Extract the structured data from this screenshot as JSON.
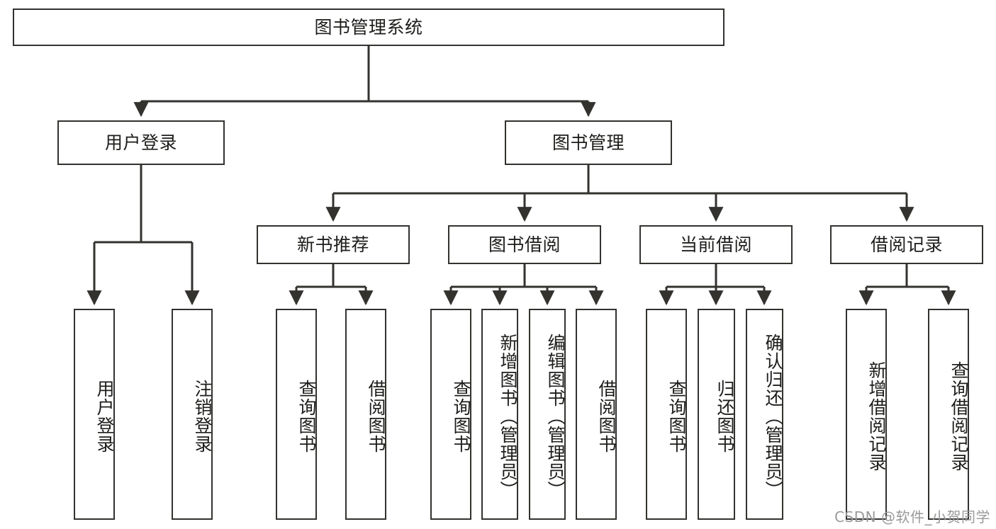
{
  "diagram": {
    "title": "图书管理系统",
    "type": "function-structure-tree",
    "orientation": "top-down",
    "root": {
      "id": "root",
      "label": "图书管理系统",
      "level": 0
    },
    "level1": [
      {
        "id": "user-login",
        "label": "用户登录",
        "level": 1
      },
      {
        "id": "book-manage",
        "label": "图书管理",
        "level": 1
      }
    ],
    "level2": [
      {
        "id": "new-book-recommend",
        "label": "新书推荐",
        "level": 2,
        "parent": "book-manage"
      },
      {
        "id": "book-borrow",
        "label": "图书借阅",
        "level": 2,
        "parent": "book-manage"
      },
      {
        "id": "current-borrow",
        "label": "当前借阅",
        "level": 2,
        "parent": "book-manage"
      },
      {
        "id": "borrow-record",
        "label": "借阅记录",
        "level": 2,
        "parent": "book-manage"
      }
    ],
    "leaves": [
      {
        "id": "leaf-user-login",
        "label": "用户登录",
        "parent": "user-login"
      },
      {
        "id": "leaf-user-logout",
        "label": "注销登录",
        "parent": "user-login"
      },
      {
        "id": "leaf-query-book-1",
        "label": "查询图书",
        "parent": "new-book-recommend"
      },
      {
        "id": "leaf-borrow-book-1",
        "label": "借阅图书",
        "parent": "new-book-recommend"
      },
      {
        "id": "leaf-query-book-2",
        "label": "查询图书",
        "parent": "book-borrow"
      },
      {
        "id": "leaf-add-book",
        "label": "新增图书（管理员）",
        "parent": "book-borrow"
      },
      {
        "id": "leaf-edit-book",
        "label": "编辑图书（管理员）",
        "parent": "book-borrow"
      },
      {
        "id": "leaf-borrow-book-2",
        "label": "借阅图书",
        "parent": "book-borrow"
      },
      {
        "id": "leaf-query-book-3",
        "label": "查询图书",
        "parent": "current-borrow"
      },
      {
        "id": "leaf-return-book",
        "label": "归还图书",
        "parent": "current-borrow"
      },
      {
        "id": "leaf-confirm-return",
        "label": "确认归还（管理员）",
        "parent": "current-borrow"
      },
      {
        "id": "leaf-add-record",
        "label": "新增借阅记录",
        "parent": "borrow-record"
      },
      {
        "id": "leaf-query-record",
        "label": "查询借阅记录",
        "parent": "borrow-record"
      }
    ]
  },
  "watermark": {
    "text": "CSDN @软件_小贺同学"
  },
  "colors": {
    "background": "#ffffff",
    "box_border": "#33322f",
    "box_fill": "#ffffff",
    "text": "#1d1d1b",
    "connector": "#33322f",
    "watermark": "#9a9a9a"
  }
}
